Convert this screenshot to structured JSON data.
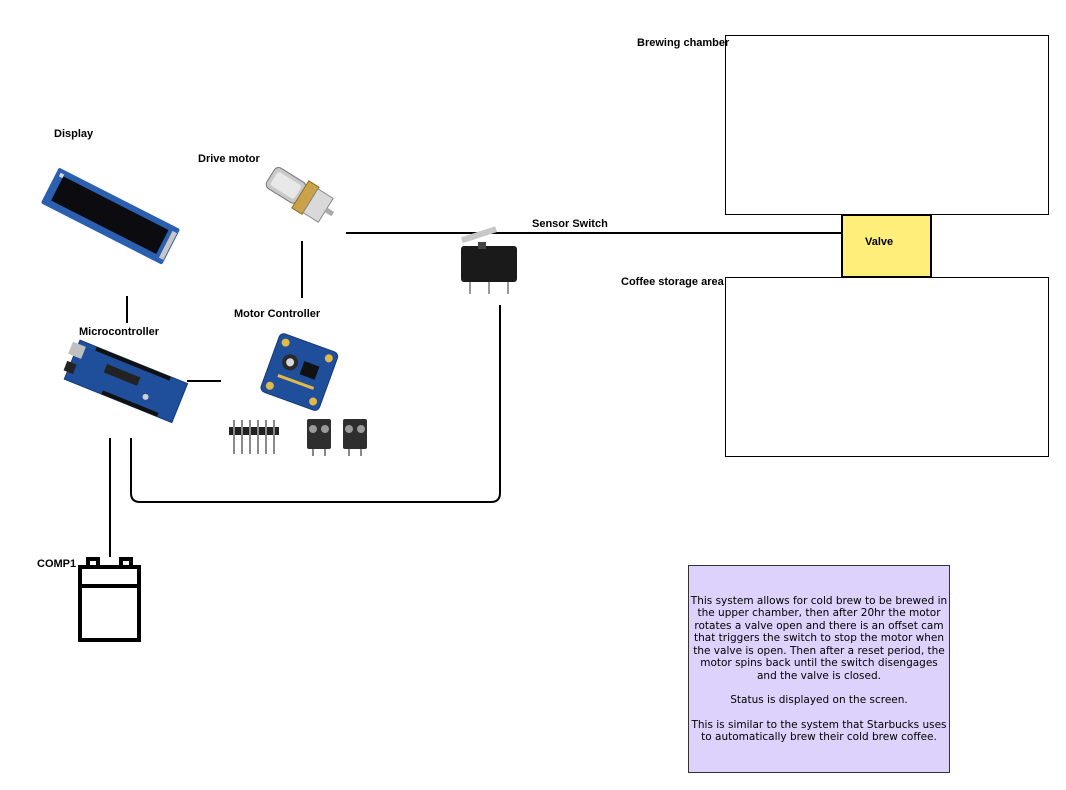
{
  "labels": {
    "display": "Display",
    "drive_motor": "Drive motor",
    "microcontroller": "Microcontroller",
    "motor_controller": "Motor Controller",
    "sensor_switch": "Sensor Switch",
    "brewing_chamber": "Brewing chamber",
    "coffee_storage": "Coffee storage area",
    "valve": "Valve",
    "comp1": "COMP1"
  },
  "description": {
    "paragraph1": "This system allows for cold brew to be brewed in the upper chamber, then after 20hr the motor rotates a valve open and there is an offset cam that triggers the switch to stop the motor when the valve is open. Then after a reset period, the motor spins back until the switch disengages and the valve is closed.",
    "paragraph2": "Status is displayed on the screen.",
    "paragraph3": "This is similar to the system that Starbucks uses to automatically brew their cold brew coffee."
  },
  "icons": [
    "oled-display-icon",
    "dc-gear-motor-icon",
    "arduino-board-icon",
    "motor-driver-board-icon",
    "pin-header-icon",
    "screw-terminal-icon",
    "micro-switch-icon",
    "battery-icon"
  ],
  "colors": {
    "valve_fill": "#ffef7a",
    "note_fill": "#dcd2fb",
    "board_blue": "#1f4f9a"
  }
}
